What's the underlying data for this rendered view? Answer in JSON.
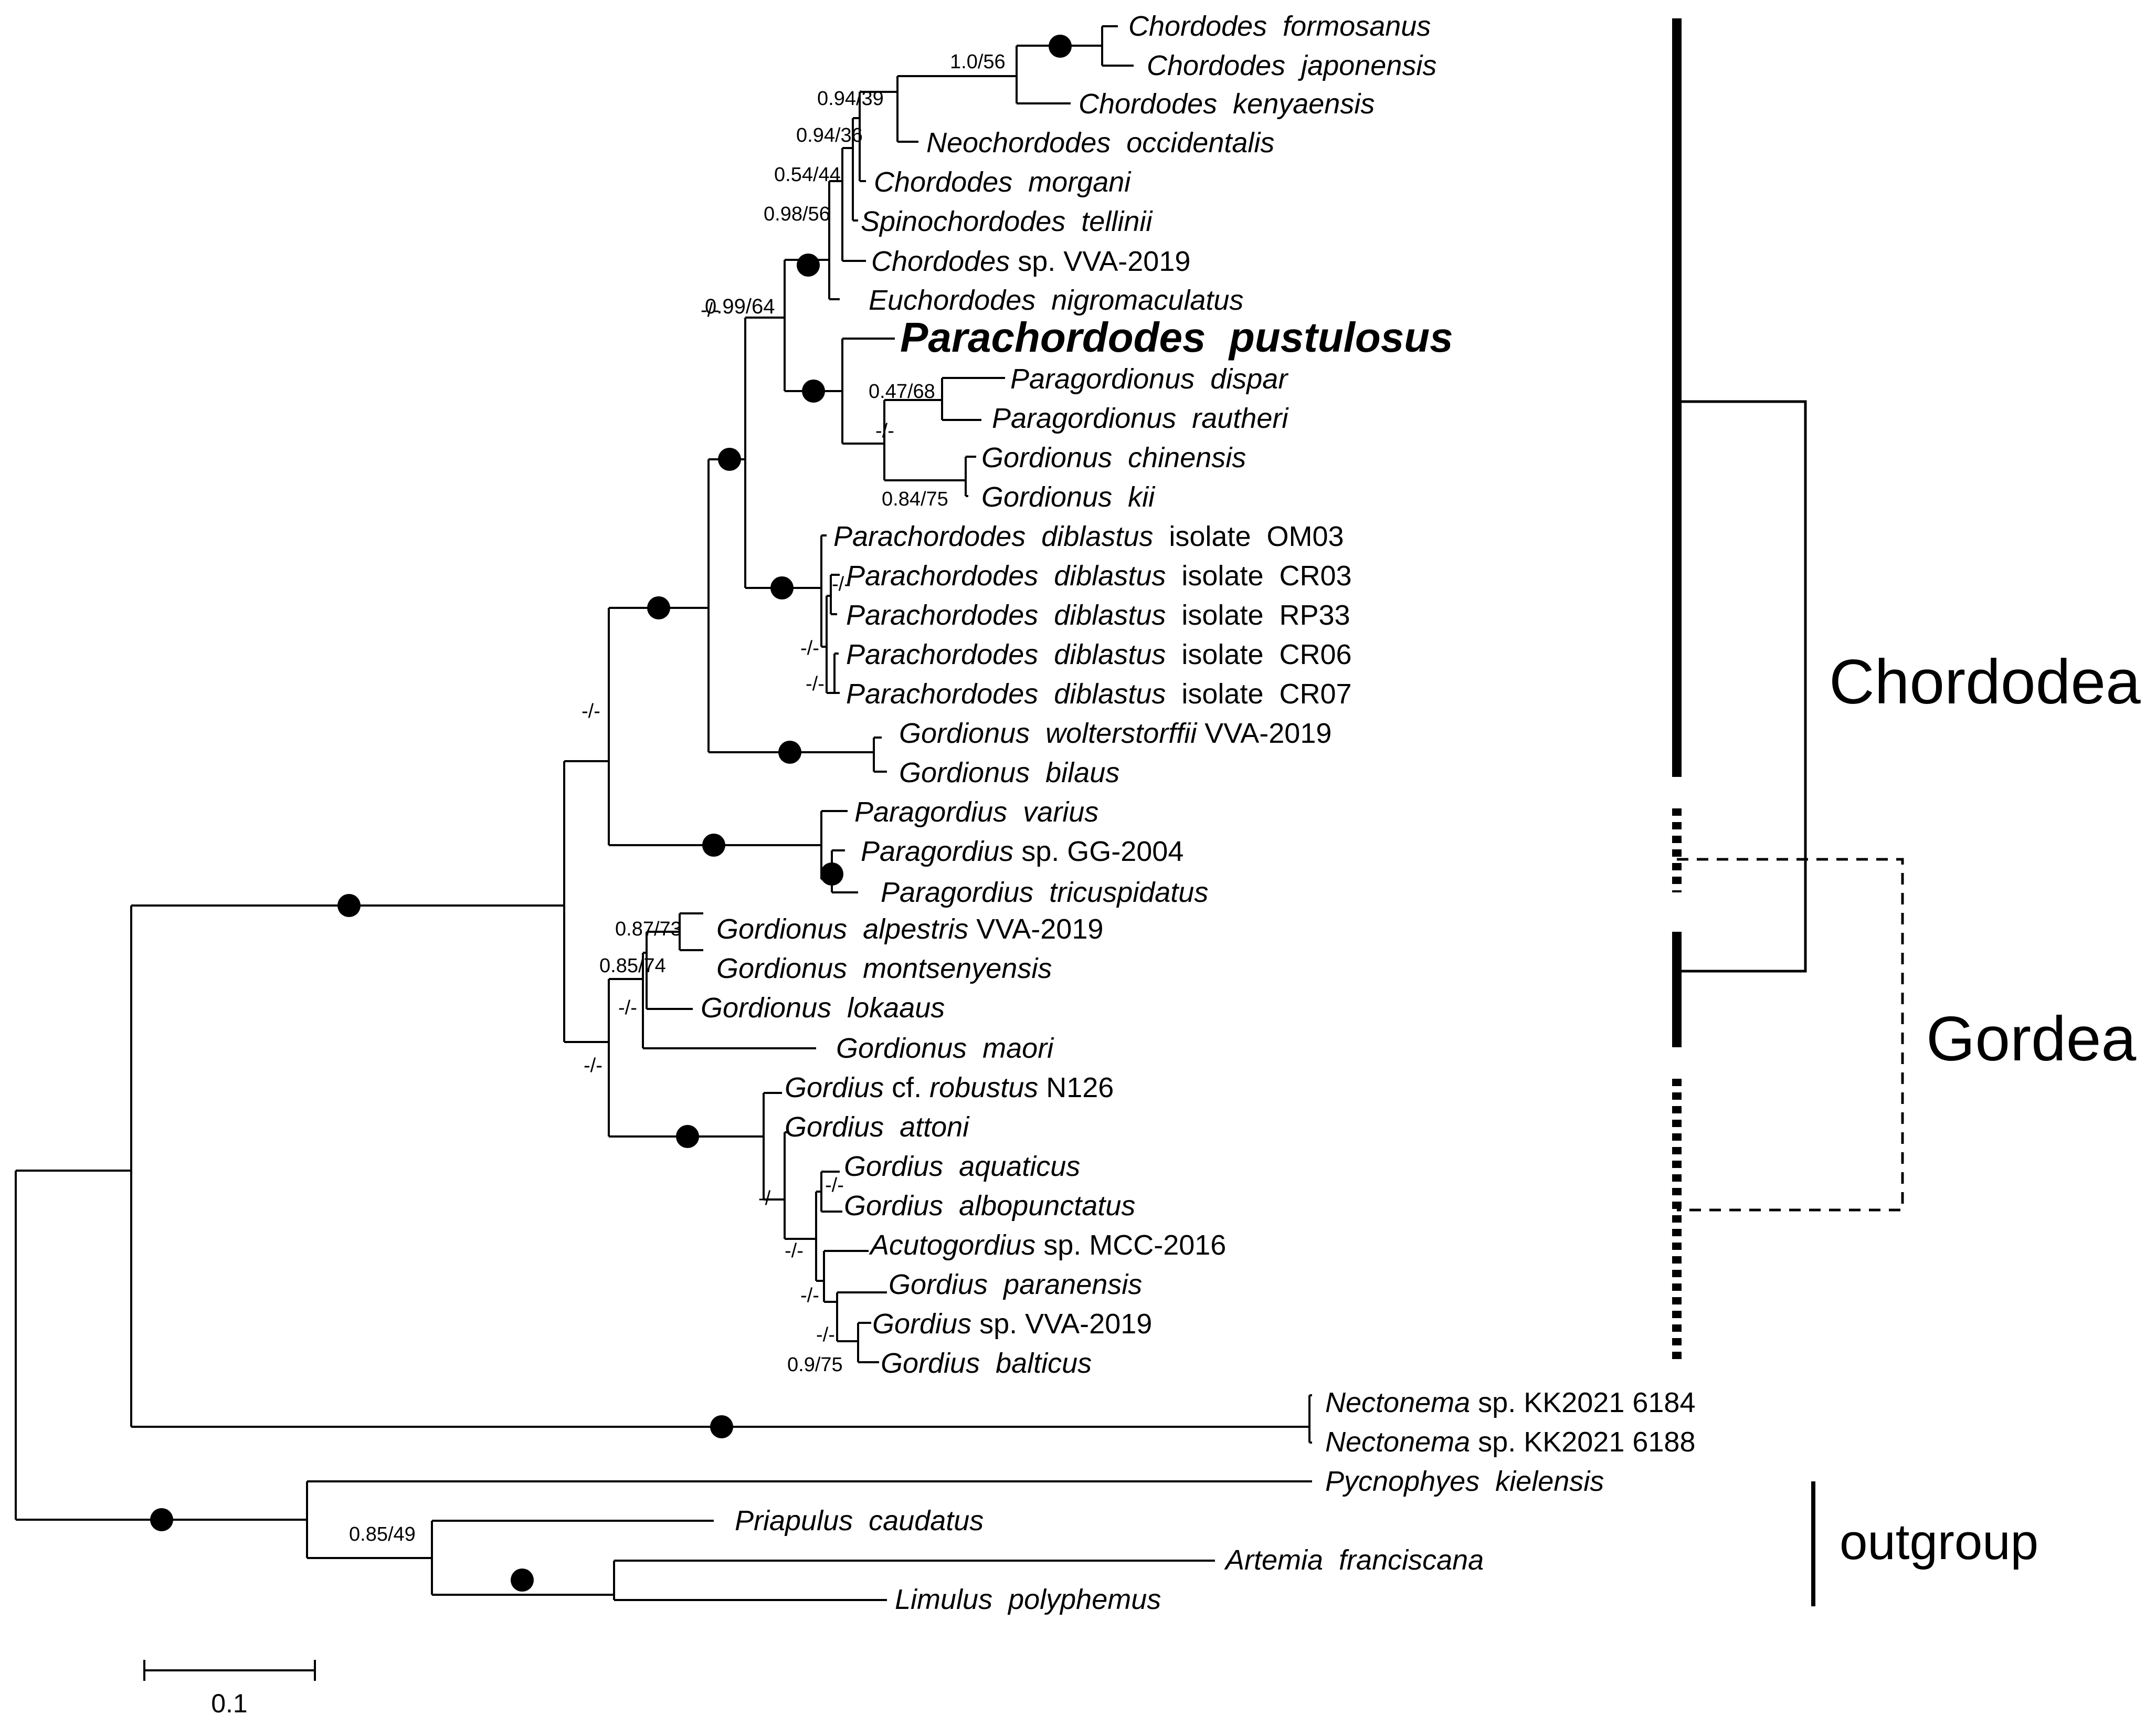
{
  "taxa": [
    {
      "id": "formosanus",
      "parts": [
        {
          "t": "Chordodes  formosanus",
          "i": true
        }
      ]
    },
    {
      "id": "japonensis",
      "parts": [
        {
          "t": "Chordodes  japonensis",
          "i": true
        }
      ]
    },
    {
      "id": "kenyaensis",
      "parts": [
        {
          "t": "Chordodes  kenyaensis",
          "i": true
        }
      ]
    },
    {
      "id": "occidentalis",
      "parts": [
        {
          "t": "Neochordodes  occidentalis",
          "i": true
        }
      ]
    },
    {
      "id": "morgani",
      "parts": [
        {
          "t": "Chordodes  morgani",
          "i": true
        }
      ]
    },
    {
      "id": "tellinii",
      "parts": [
        {
          "t": "Spinochordodes  tellinii",
          "i": true
        }
      ]
    },
    {
      "id": "chordodes_vva",
      "parts": [
        {
          "t": "Chordodes",
          "i": true
        },
        {
          "t": " sp. VVA-2019",
          "i": false
        }
      ]
    },
    {
      "id": "nigromaculatus",
      "parts": [
        {
          "t": "Euchordodes  nigromaculatus",
          "i": true
        }
      ]
    },
    {
      "id": "pustulosus",
      "bold": true,
      "parts": [
        {
          "t": "Parachordodes  pustulosus",
          "i": true
        }
      ]
    },
    {
      "id": "dispar",
      "parts": [
        {
          "t": "Paragordionus  dispar",
          "i": true
        }
      ]
    },
    {
      "id": "rautheri",
      "parts": [
        {
          "t": "Paragordionus  rautheri",
          "i": true
        }
      ]
    },
    {
      "id": "chinensis",
      "parts": [
        {
          "t": "Gordionus  chinensis",
          "i": true
        }
      ]
    },
    {
      "id": "kii",
      "parts": [
        {
          "t": "Gordionus  kii",
          "i": true
        }
      ]
    },
    {
      "id": "om03",
      "parts": [
        {
          "t": "Parachordodes  diblastus",
          "i": true
        },
        {
          "t": "  isolate  OM03",
          "i": false
        }
      ]
    },
    {
      "id": "cr03",
      "parts": [
        {
          "t": "Parachordodes  diblastus",
          "i": true
        },
        {
          "t": "  isolate  CR03",
          "i": false
        }
      ]
    },
    {
      "id": "rp33",
      "parts": [
        {
          "t": "Parachordodes  diblastus",
          "i": true
        },
        {
          "t": "  isolate  RP33",
          "i": false
        }
      ]
    },
    {
      "id": "cr06",
      "parts": [
        {
          "t": "Parachordodes  diblastus",
          "i": true
        },
        {
          "t": "  isolate  CR06",
          "i": false
        }
      ]
    },
    {
      "id": "cr07",
      "parts": [
        {
          "t": "Parachordodes  diblastus",
          "i": true
        },
        {
          "t": "  isolate  CR07",
          "i": false
        }
      ]
    },
    {
      "id": "wolterstorffii",
      "parts": [
        {
          "t": "Gordionus  wolterstorffii",
          "i": true
        },
        {
          "t": " VVA-2019",
          "i": false
        }
      ]
    },
    {
      "id": "bilaus",
      "parts": [
        {
          "t": "Gordionus  bilaus",
          "i": true
        }
      ]
    },
    {
      "id": "varius",
      "parts": [
        {
          "t": "Paragordius  varius",
          "i": true
        }
      ]
    },
    {
      "id": "paragordius_gg",
      "parts": [
        {
          "t": "Paragordius",
          "i": true
        },
        {
          "t": " sp. GG-2004",
          "i": false
        }
      ]
    },
    {
      "id": "tricuspidatus",
      "parts": [
        {
          "t": "Paragordius  tricuspidatus",
          "i": true
        }
      ]
    },
    {
      "id": "alpestris",
      "parts": [
        {
          "t": "Gordionus  alpestris",
          "i": true
        },
        {
          "t": " VVA-2019",
          "i": false
        }
      ]
    },
    {
      "id": "montsenyensis",
      "parts": [
        {
          "t": "Gordionus  montsenyensis",
          "i": true
        }
      ]
    },
    {
      "id": "lokaaus",
      "parts": [
        {
          "t": "Gordionus  lokaaus",
          "i": true
        }
      ]
    },
    {
      "id": "maori",
      "parts": [
        {
          "t": "Gordionus  maori",
          "i": true
        }
      ]
    },
    {
      "id": "robustus",
      "parts": [
        {
          "t": "Gordius",
          "i": true
        },
        {
          "t": " cf. ",
          "i": false
        },
        {
          "t": "robustus",
          "i": true
        },
        {
          "t": " N126",
          "i": false
        }
      ]
    },
    {
      "id": "attoni",
      "parts": [
        {
          "t": "Gordius  attoni",
          "i": true
        }
      ]
    },
    {
      "id": "aquaticus",
      "parts": [
        {
          "t": "Gordius  aquaticus",
          "i": true
        }
      ]
    },
    {
      "id": "albopunctatus",
      "parts": [
        {
          "t": "Gordius  albopunctatus",
          "i": true
        }
      ]
    },
    {
      "id": "acutogordius",
      "parts": [
        {
          "t": "Acutogordius",
          "i": true
        },
        {
          "t": " sp. MCC-2016",
          "i": false
        }
      ]
    },
    {
      "id": "paranensis",
      "parts": [
        {
          "t": "Gordius  paranensis",
          "i": true
        }
      ]
    },
    {
      "id": "gordius_vva",
      "parts": [
        {
          "t": "Gordius",
          "i": true
        },
        {
          "t": " sp. VVA-2019",
          "i": false
        }
      ]
    },
    {
      "id": "balticus",
      "parts": [
        {
          "t": "Gordius  balticus",
          "i": true
        }
      ]
    },
    {
      "id": "nect6184",
      "parts": [
        {
          "t": "Nectonema",
          "i": true
        },
        {
          "t": " sp. KK2021 6184",
          "i": false
        }
      ]
    },
    {
      "id": "nect6188",
      "parts": [
        {
          "t": "Nectonema",
          "i": true
        },
        {
          "t": " sp. KK2021 6188",
          "i": false
        }
      ]
    },
    {
      "id": "pycnophyes",
      "parts": [
        {
          "t": "Pycnophyes  kielensis",
          "i": true
        }
      ]
    },
    {
      "id": "priapulus",
      "parts": [
        {
          "t": "Priapulus  caudatus",
          "i": true
        }
      ]
    },
    {
      "id": "artemia",
      "parts": [
        {
          "t": "Artemia  franciscana",
          "i": true
        }
      ]
    },
    {
      "id": "limulus",
      "parts": [
        {
          "t": "Limulus  polyphemus",
          "i": true
        }
      ]
    }
  ],
  "support_values": {
    "s_formosanus": "1.0/56",
    "s_kenyaensis": "0.94/39",
    "s_occidentalis": "0.94/36",
    "s_morgani": "0.54/44",
    "s_tellinii": "0.98/56",
    "s_chordodes_clade": "0.99/64",
    "s_paragordionus": "0.47/68",
    "s_paragordionus_gordionus": "-/-",
    "s_kii": "0.84/75",
    "s_diblastus_a": "-/-",
    "s_diblastus_b": "-/-",
    "s_diblastus_c": "-/-",
    "s_chordodea_gordea": "-/-",
    "s_alpestris": "0.87/73",
    "s_montsenyensis": "0.85/74",
    "s_lokaaus": "-/-",
    "s_gordionus_gordius": "-/-",
    "s_aquaticus": "-/-",
    "s_gordius_a": "-/-",
    "s_gordius_b": "-/-",
    "s_gordius_c": "-/-",
    "s_gordius_d": "-/-",
    "s_balticus": "0.9/75",
    "s_outgroup": "0.85/49"
  },
  "groups": {
    "chordodea": "Chordodea",
    "gordea": "Gordea",
    "outgroup": "outgroup"
  },
  "scale_bar": {
    "label": "0.1"
  }
}
